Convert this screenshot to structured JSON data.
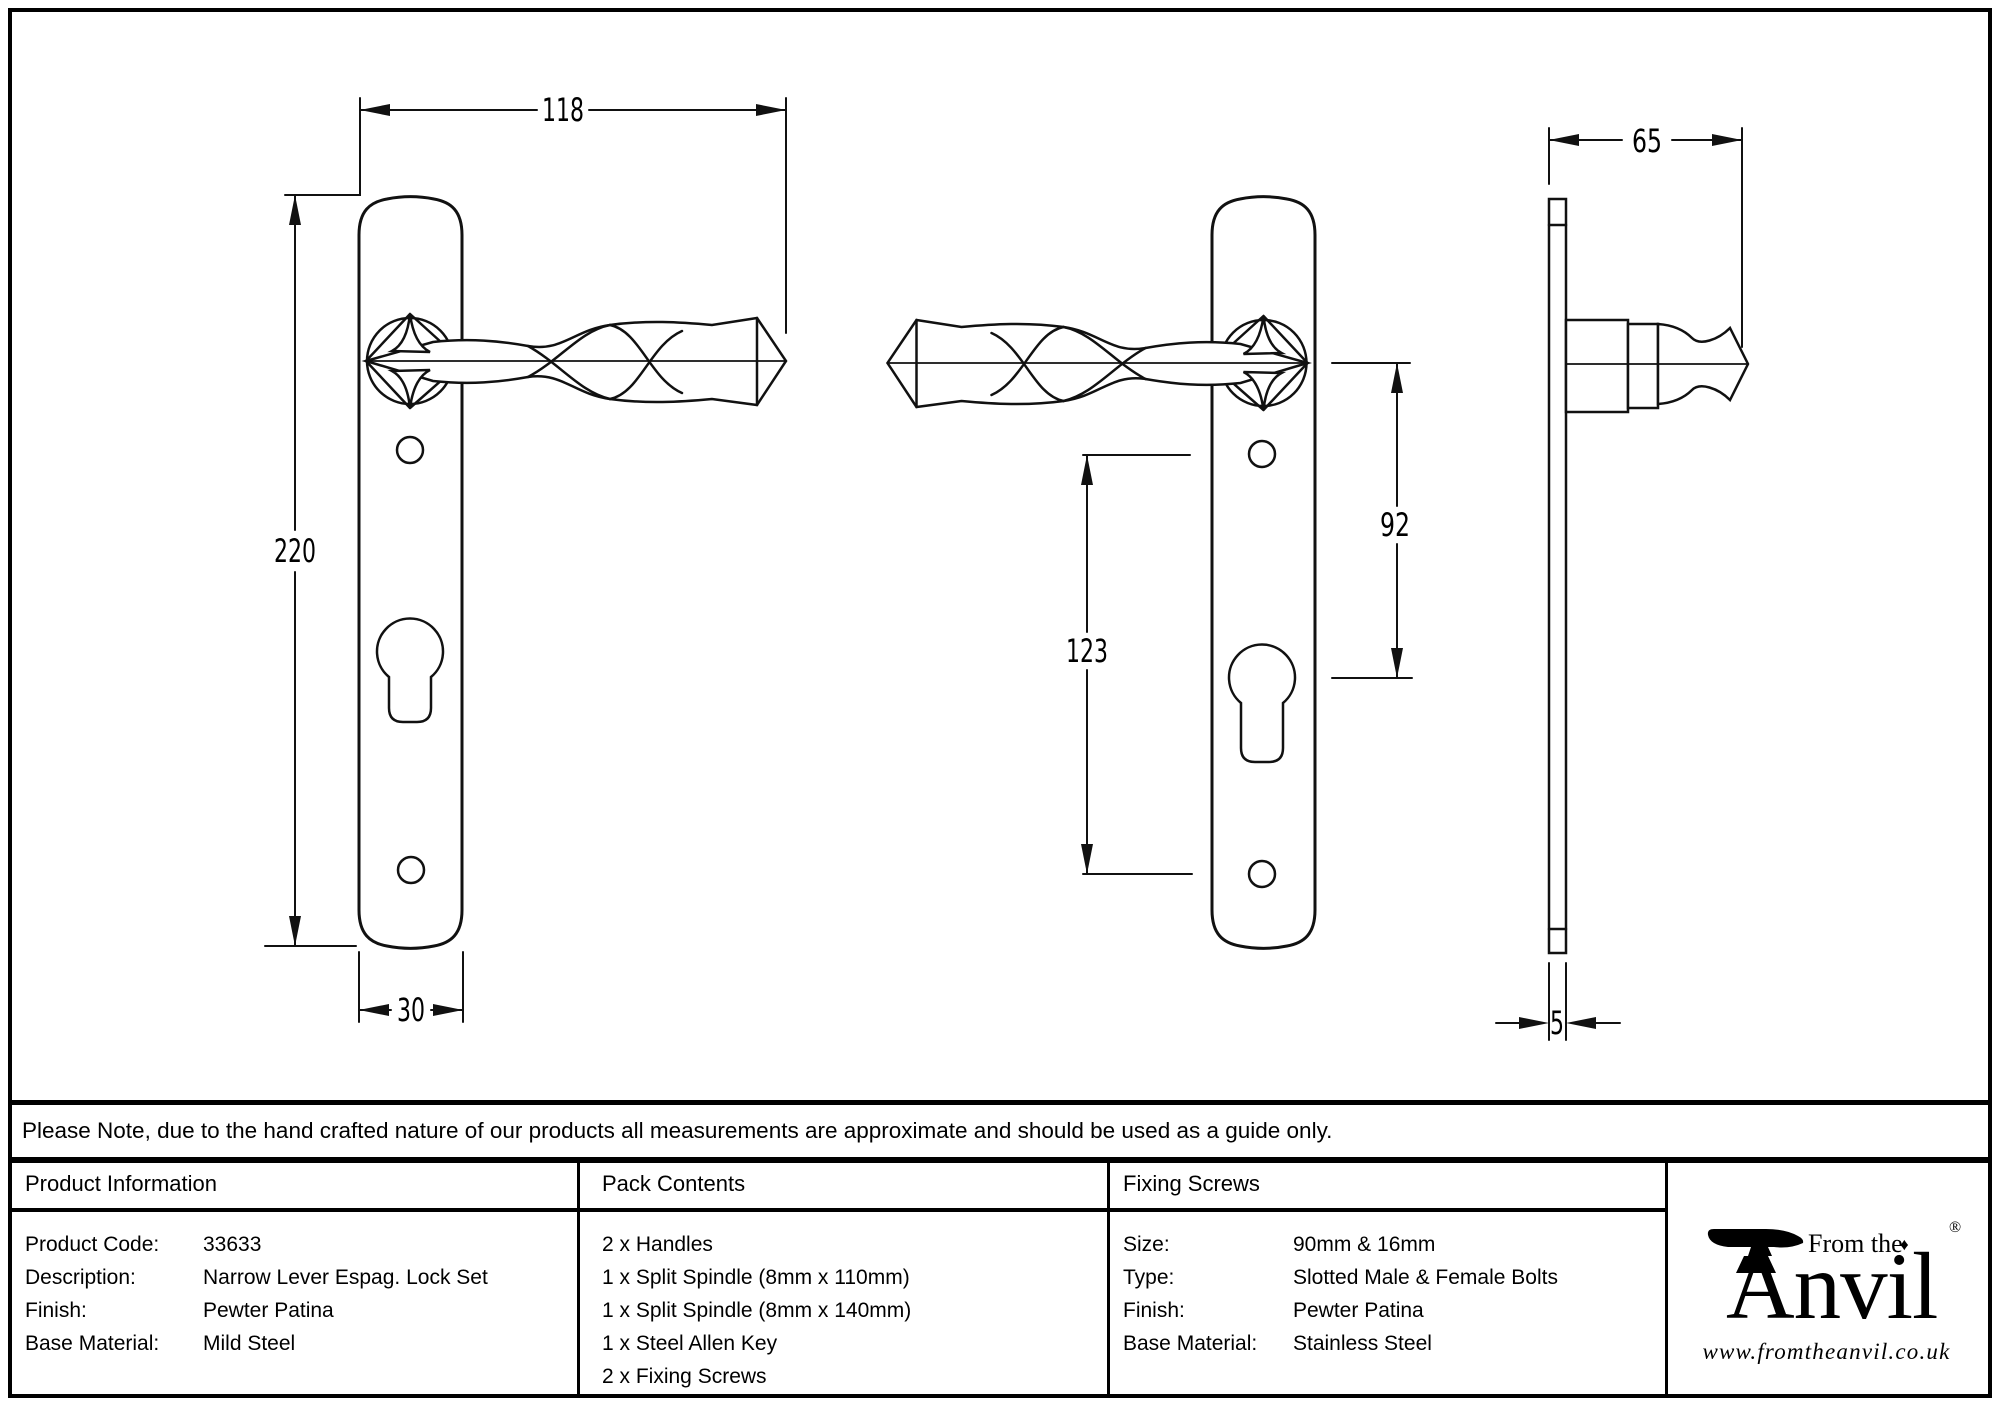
{
  "drawing": {
    "dims": {
      "handle_width": "118",
      "plate_height": "220",
      "plate_width": "30",
      "screw_centres": "123",
      "pz_centres": "92",
      "projection": "65",
      "plate_thickness": "5"
    }
  },
  "note": "Please Note, due to the hand crafted nature of our products all measurements are approximate and should be used as a guide only.",
  "table": {
    "product_information": {
      "header": "Product Information",
      "rows": [
        {
          "label": "Product Code:",
          "value": "33633"
        },
        {
          "label": "Description:",
          "value": "Narrow Lever Espag. Lock Set"
        },
        {
          "label": "Finish:",
          "value": "Pewter Patina"
        },
        {
          "label": "Base Material:",
          "value": "Mild Steel"
        }
      ]
    },
    "pack_contents": {
      "header": "Pack Contents",
      "items": [
        "2 x Handles",
        "1 x Split Spindle (8mm x 110mm)",
        "1 x Split Spindle (8mm x 140mm)",
        "1 x Steel Allen Key",
        "2 x Fixing Screws"
      ]
    },
    "fixing_screws": {
      "header": "Fixing Screws",
      "rows": [
        {
          "label": "Size:",
          "value": "90mm & 16mm"
        },
        {
          "label": "Type:",
          "value": "Slotted Male & Female Bolts"
        },
        {
          "label": "Finish:",
          "value": "Pewter Patina"
        },
        {
          "label": "Base Material:",
          "value": "Stainless Steel"
        }
      ]
    },
    "brand": {
      "from_the": "From the",
      "diamond": "♦",
      "name": "Anvil",
      "registered": "®",
      "website": "www.fromtheanvil.co.uk"
    }
  }
}
